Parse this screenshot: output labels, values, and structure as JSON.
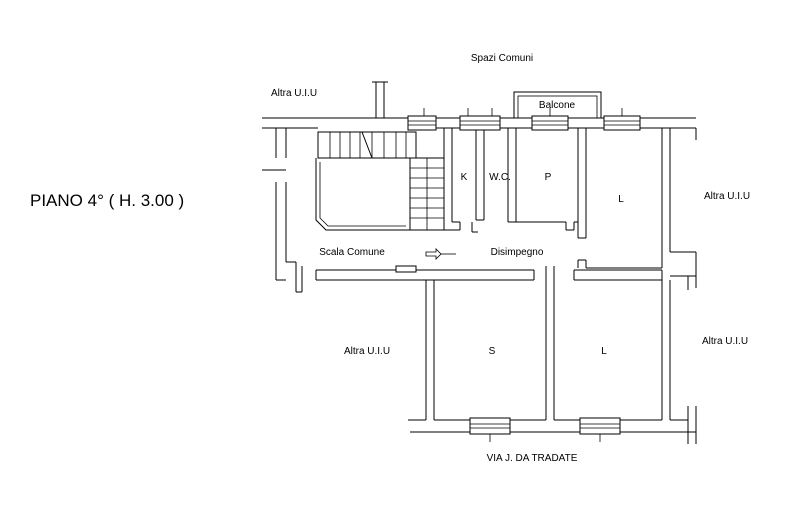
{
  "floor": {
    "title": "PIANO 4° ( H. 3.00 )"
  },
  "labels": {
    "spazi_comuni": "Spazi Comuni",
    "altra_uiu_top_left": "Altra U.I.U",
    "altra_uiu_right_upper": "Altra U.I.U",
    "altra_uiu_right_lower": "Altra U.I.U",
    "altra_uiu_left_lower": "Altra U.I.U",
    "balcone": "Balcone",
    "kitchen": "K",
    "wc": "W.C.",
    "p_room": "P",
    "l_room_upper": "L",
    "scala_comune": "Scala Comune",
    "disimpegno": "Disimpegno",
    "s_room": "S",
    "l_room_lower": "L",
    "street": "VIA J. DA TRADATE"
  },
  "colors": {
    "line": "#000000",
    "background": "#ffffff"
  }
}
